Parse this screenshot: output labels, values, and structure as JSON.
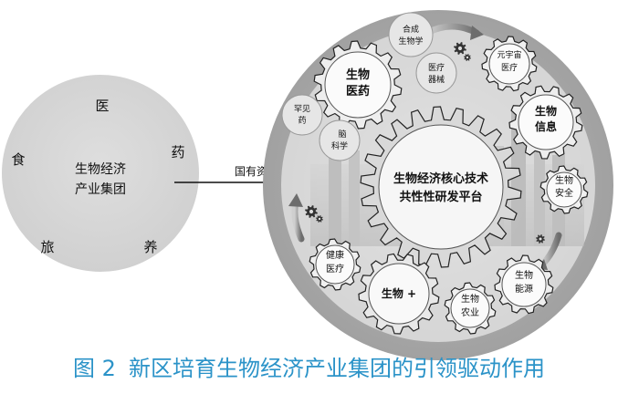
{
  "left_circle": {
    "title_line1": "生物经济",
    "title_line2": "产业集团",
    "top_label": "医",
    "left_label": "食",
    "right_label": "药",
    "bottom_left_label": "旅",
    "bottom_right_label": "养"
  },
  "arrow_label": "国有资本主导",
  "center_gear": {
    "line1": "生物经济核心技术",
    "line2": "共性性研发平台"
  },
  "gears": {
    "bio_pharma": [
      "生物",
      "医药"
    ],
    "metaverse_med": [
      "元宇宙",
      "医疗"
    ],
    "bio_info": [
      "生物",
      "信息"
    ],
    "bio_safety": [
      "生物",
      "安全"
    ],
    "bio_energy": [
      "生物",
      "能源"
    ],
    "bio_agri": [
      "生物",
      "农业"
    ],
    "bio_plus": [
      "生物 +"
    ],
    "health_med": [
      "健康",
      "医疗"
    ]
  },
  "small_circles": {
    "synthetic_bio": [
      "合成",
      "生物学"
    ],
    "medical_devices": [
      "医疗",
      "器械"
    ],
    "rare_drugs": [
      "罕见",
      "药"
    ],
    "brain_science": [
      "脑",
      "科学"
    ]
  },
  "caption": {
    "figure_no": "图 2",
    "text": "新区培育生物经济产业集团的引领驱动作用"
  }
}
